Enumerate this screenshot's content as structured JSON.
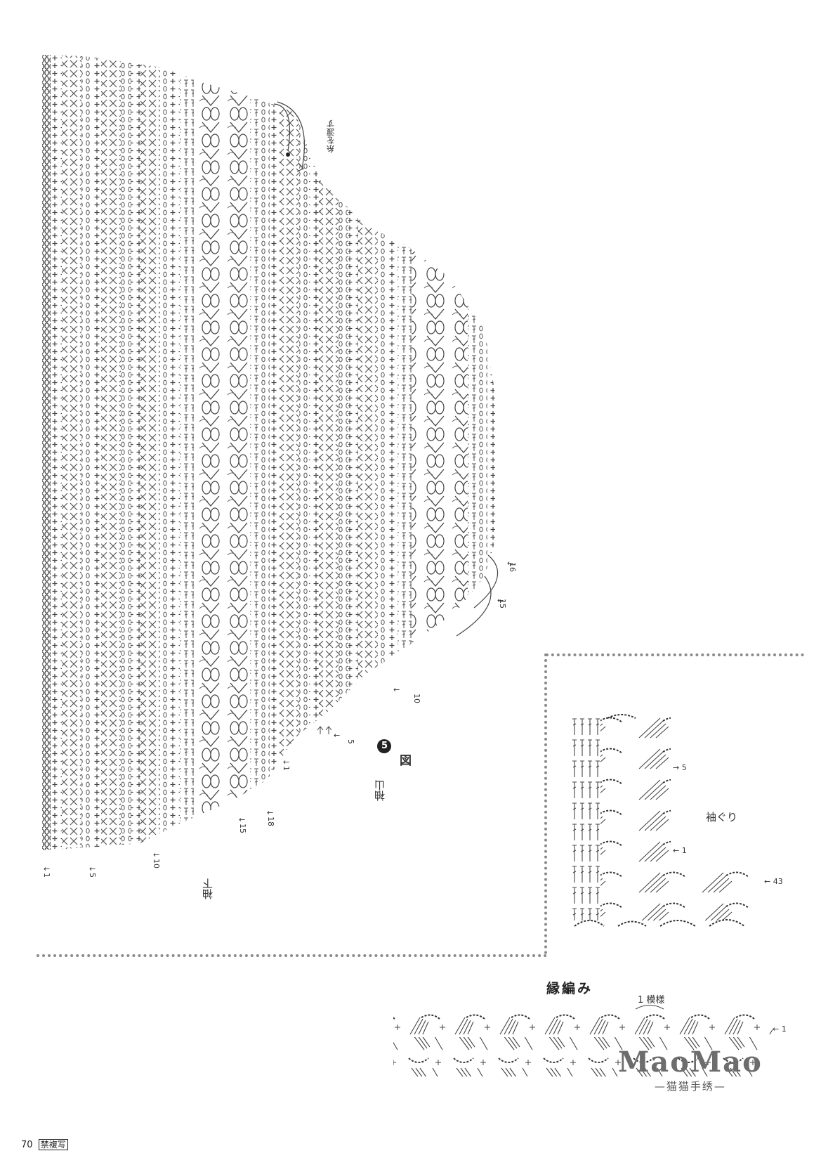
{
  "sleeve": {
    "thread_note": "糸を渡す",
    "figure_number": "5",
    "figure_label": "図",
    "sleeve_cap": "袖山",
    "underarm": "袖下",
    "row_markers_bottom": [
      "1",
      "5",
      "10",
      "15",
      "18"
    ],
    "row_markers_cap": [
      "1",
      "5",
      "10",
      "15",
      "16"
    ]
  },
  "armhole": {
    "label": "袖ぐり",
    "row_markers": [
      "5",
      "1",
      "43"
    ]
  },
  "edging": {
    "title": "縁編み",
    "repeat_label": "1 模様",
    "row_markers": [
      "1"
    ]
  },
  "footer": {
    "page_number": "70",
    "notice": "禁複写"
  },
  "watermark": {
    "brand": "MaoMao",
    "subtitle": "—猫猫手绣—"
  }
}
